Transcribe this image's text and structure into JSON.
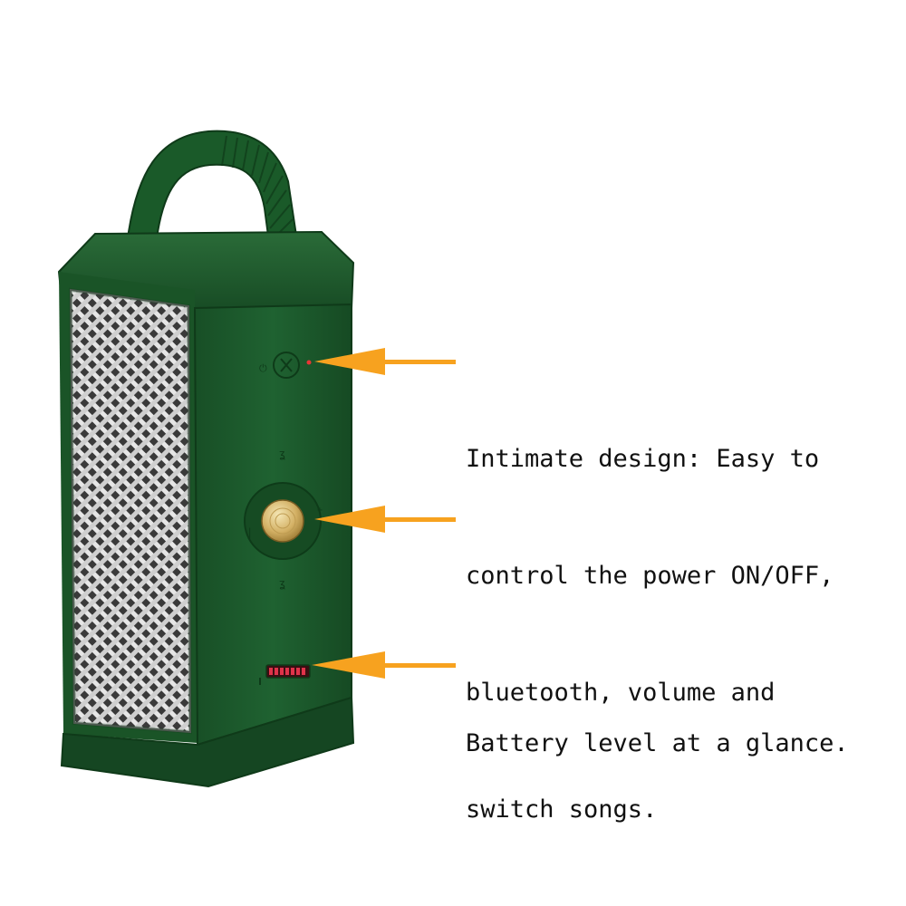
{
  "product": {
    "image_alt": "Green portable bluetooth speaker with carry handle",
    "colors": {
      "body": "#1c5a2c",
      "body_dark": "#103b1c",
      "grille": "#d9d9d9",
      "knob": "#d8b76a",
      "arrow": "#f7a21f",
      "battery": "#e0334a"
    }
  },
  "callouts": {
    "controls": {
      "icon": "arrow-left-icon",
      "lines": [
        "Intimate design: Easy to",
        "control the power ON/OFF,",
        "bluetooth, volume and",
        "switch songs."
      ]
    },
    "battery": {
      "icon": "arrow-left-icon",
      "lines": [
        "Battery level at a glance."
      ]
    }
  }
}
